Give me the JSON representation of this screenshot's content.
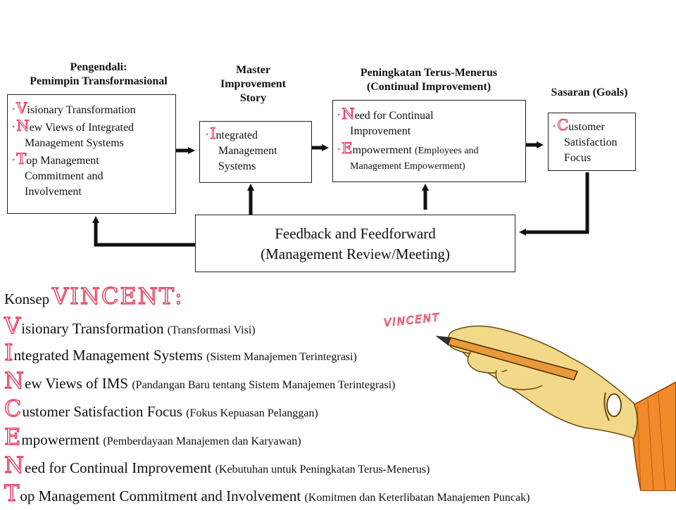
{
  "diagram": {
    "headers": {
      "leader_line1": "Pengendali:",
      "leader_line2": "Pemimpin Transformasional",
      "master_line1": "Master",
      "master_line2": "Improvement",
      "master_line3": "Story",
      "ci_line1": "Peningkatan Terus-Menerus",
      "ci_line2": "(Continual Improvement)",
      "goals": "Sasaran (Goals)"
    },
    "leader_box": {
      "items": [
        {
          "cap": "V",
          "line1": "isionary Transformation",
          "line2": ""
        },
        {
          "cap": "N",
          "line1": "ew Views of Integrated",
          "line2": "Management Systems"
        },
        {
          "cap": "T",
          "line1": "op Management",
          "line2": "Commitment and",
          "line3": "Involvement"
        }
      ]
    },
    "ims_box": {
      "cap": "I",
      "line1": "ntegrated",
      "line2": "Management",
      "line3": "Systems"
    },
    "ci_box": {
      "items": [
        {
          "cap": "N",
          "line1": "eed for Continual",
          "line2": "Improvement"
        },
        {
          "cap": "E",
          "line1": "mpowerment",
          "note": "(Employees and",
          "line2": "Management Empowerment)"
        }
      ]
    },
    "goals_box": {
      "cap": "C",
      "line1": "ustomer",
      "line2": "Satisfaction",
      "line3": "Focus"
    },
    "feedback_box": {
      "line1": "Feedback and Feedforward",
      "line2": "(Management Review/Meeting)"
    }
  },
  "concept": {
    "prefix": "Konsep",
    "title": "VINCENT:",
    "pen_label": "VINCENT",
    "rows": [
      {
        "cap": "V",
        "text": "isionary Transformation",
        "note": "(Transformasi Visi)"
      },
      {
        "cap": "I",
        "text": "ntegrated Management Systems",
        "note": "(Sistem Manajemen Terintegrasi)"
      },
      {
        "cap": "N",
        "text": "ew Views of IMS",
        "note": "(Pandangan Baru tentang Sistem Manajemen Terintegrasi)"
      },
      {
        "cap": "C",
        "text": "ustomer Satisfaction Focus",
        "note": "(Fokus Kepuasan Pelanggan)"
      },
      {
        "cap": "E",
        "text": "mpowerment",
        "note": "(Pemberdayaan Manajemen dan Karyawan)"
      },
      {
        "cap": "N",
        "text": "eed for Continual Improvement",
        "note": "(Kebutuhan untuk Peningkatan Terus-Menerus)"
      },
      {
        "cap": "T",
        "text": "op Management Commitment and Involvement",
        "note": "(Komitmen dan Keterlibatan Manajemen Puncak)"
      }
    ]
  },
  "colors": {
    "accent": "#e23a5c",
    "line": "#111111",
    "skin": "#f2d98a",
    "sleeve": "#f08a2a"
  }
}
